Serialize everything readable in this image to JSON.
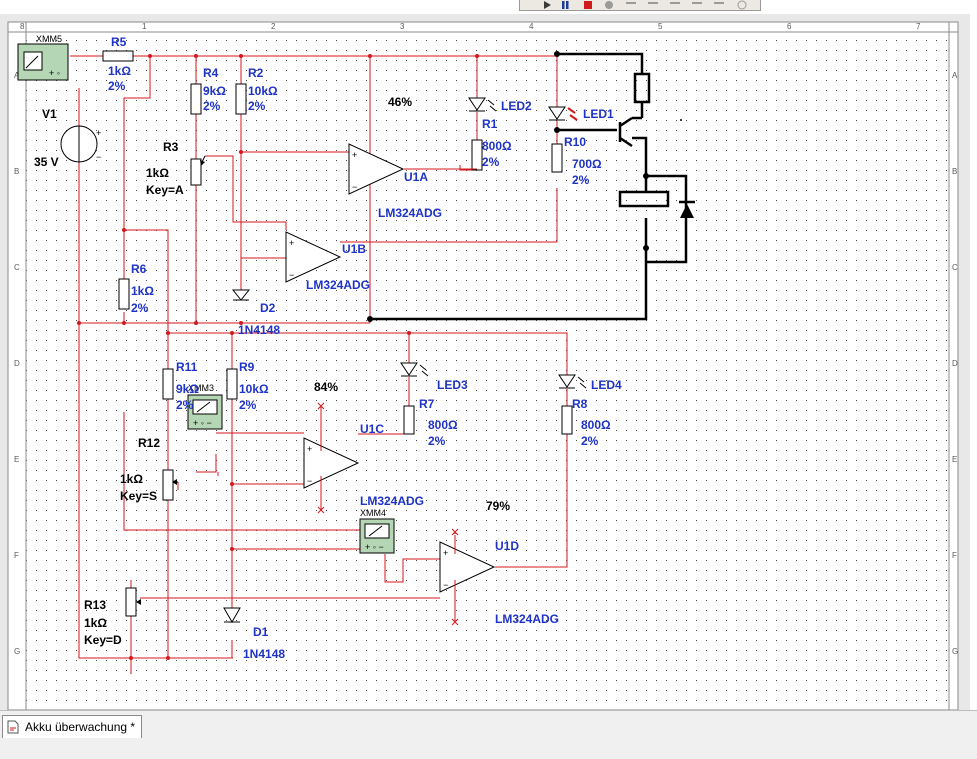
{
  "document_tab": {
    "label": "Akku überwachung *"
  },
  "ruler": {
    "top": [
      "1",
      "2",
      "3",
      "4",
      "5",
      "6",
      "7",
      "8"
    ],
    "side": [
      "A",
      "B",
      "C",
      "D",
      "E",
      "F",
      "G"
    ]
  },
  "colors": {
    "wire_red": "#d4181c",
    "wire_black": "#000000",
    "label_blue": "#1e33c8",
    "grid_dot": "#4a4a4a",
    "meter_fill": "#b5d6b5"
  },
  "instruments": {
    "xmm5": "XMM5",
    "xmm3": "XMM3",
    "xmm4": "XMM4"
  },
  "source": {
    "ref": "V1",
    "value": "35 V"
  },
  "resistors": {
    "r5": {
      "ref": "R5",
      "value": "1kΩ",
      "tol": "2%"
    },
    "r4": {
      "ref": "R4",
      "value": "9kΩ",
      "tol": "2%"
    },
    "r2": {
      "ref": "R2",
      "value": "10kΩ",
      "tol": "2%"
    },
    "r1": {
      "ref": "R1",
      "value": "800Ω",
      "tol": "2%"
    },
    "r10": {
      "ref": "R10",
      "value": "700Ω",
      "tol": "2%"
    },
    "r6": {
      "ref": "R6",
      "value": "1kΩ",
      "tol": "2%"
    },
    "r11": {
      "ref": "R11",
      "value": "9kΩ",
      "tol": "2%"
    },
    "r9": {
      "ref": "R9",
      "value": "10kΩ",
      "tol": "2%"
    },
    "r7": {
      "ref": "R7",
      "value": "800Ω",
      "tol": "2%"
    },
    "r8": {
      "ref": "R8",
      "value": "800Ω",
      "tol": "2%"
    }
  },
  "potentiometers": {
    "r3": {
      "ref": "R3",
      "value": "1kΩ",
      "key": "Key=A",
      "pct": "46%"
    },
    "r12": {
      "ref": "R12",
      "value": "1kΩ",
      "key": "Key=S",
      "pct": "84%"
    },
    "r13": {
      "ref": "R13",
      "value": "1kΩ",
      "key": "Key=D",
      "pct": "79%"
    }
  },
  "opamps": {
    "u1a": {
      "ref": "U1A",
      "part": "LM324ADG"
    },
    "u1b": {
      "ref": "U1B",
      "part": "LM324ADG"
    },
    "u1c": {
      "ref": "U1C",
      "part": "LM324ADG"
    },
    "u1d": {
      "ref": "U1D",
      "part": "LM324ADG"
    }
  },
  "diodes": {
    "d1": {
      "ref": "D1",
      "part": "1N4148"
    },
    "d2": {
      "ref": "D2",
      "part": "1N4148"
    }
  },
  "leds": {
    "led1": "LED1",
    "led2": "LED2",
    "led3": "LED3",
    "led4": "LED4"
  }
}
